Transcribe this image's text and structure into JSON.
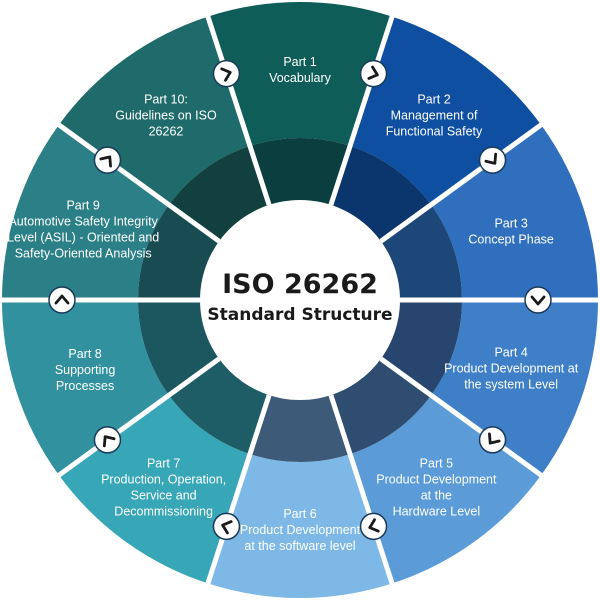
{
  "center": {
    "title": "ISO 26262",
    "subtitle": "Standard Structure"
  },
  "parts": [
    {
      "name": "part-1",
      "lines": [
        "Part 1",
        "Vocabulary"
      ],
      "color": "#0f5d59",
      "inner": "#0b3f3f"
    },
    {
      "name": "part-2",
      "lines": [
        "Part 2",
        "Management of",
        "Functional Safety"
      ],
      "color": "#0e4fa1",
      "inner": "#0a356d"
    },
    {
      "name": "part-3",
      "lines": [
        "Part 3",
        "Concept Phase"
      ],
      "color": "#2f6fbd",
      "inner": "#1d4679"
    },
    {
      "name": "part-4",
      "lines": [
        "Part 4",
        "Product Development at",
        "the system Level"
      ],
      "color": "#3f7fc8",
      "inner": "#27456e"
    },
    {
      "name": "part-5",
      "lines": [
        "Part 5",
        "Product Development",
        "at the",
        "Hardware Level"
      ],
      "color": "#5a9bd8",
      "inner": "#2f4d70"
    },
    {
      "name": "part-6",
      "lines": [
        "Part 6",
        "Product Development",
        "at the software level"
      ],
      "color": "#7db8e6",
      "inner": "#3d5a78"
    },
    {
      "name": "part-7",
      "lines": [
        "Part 7",
        "Production, Operation,",
        "Service and",
        "Decommissioning"
      ],
      "color": "#37a6b6",
      "inner": "#1f5d66"
    },
    {
      "name": "part-8",
      "lines": [
        "Part 8",
        "Supporting",
        "Processes"
      ],
      "color": "#31919f",
      "inner": "#1c5760"
    },
    {
      "name": "part-9",
      "lines": [
        "Part 9",
        "Automotive Safety Integrity",
        "Level (ASIL) - Oriented and",
        "Safety-Oriented Analysis"
      ],
      "color": "#2b7f86",
      "inner": "#194c52"
    },
    {
      "name": "part-10",
      "lines": [
        "Part 10:",
        "Guidelines on ISO",
        "26262"
      ],
      "color": "#1f6a6a",
      "inner": "#12403f"
    }
  ],
  "colors": {
    "divider": "#ffffff",
    "badge_fill": "#ffffff",
    "badge_stroke": "#1a3a5a",
    "chevron": "#1a1a1a"
  },
  "icons": {
    "chevron": "chevron-icon"
  }
}
